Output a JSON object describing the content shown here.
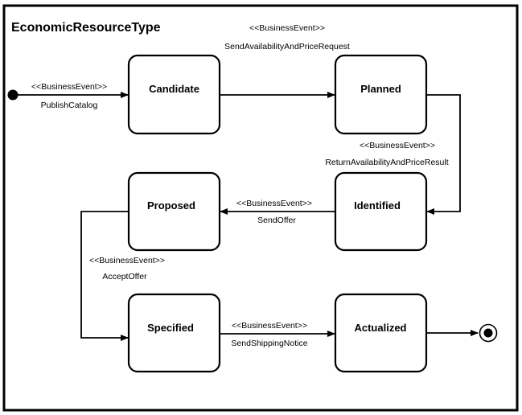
{
  "diagram": {
    "title": "EconomicResourceType",
    "states": {
      "candidate": "Candidate",
      "planned": "Planned",
      "identified": "Identified",
      "proposed": "Proposed",
      "specified": "Specified",
      "actualized": "Actualized"
    },
    "transitions": {
      "publish_catalog": {
        "stereotype": "<<BusinessEvent>>",
        "event": "PublishCatalog"
      },
      "send_request": {
        "stereotype": "<<BusinessEvent>>",
        "event": "SendAvailabilityAndPriceRequest"
      },
      "return_result": {
        "stereotype": "<<BusinessEvent>>",
        "event": "ReturnAvailabilityAndPriceResult"
      },
      "send_offer": {
        "stereotype": "<<BusinessEvent>>",
        "event": "SendOffer"
      },
      "accept_offer": {
        "stereotype": "<<BusinessEvent>>",
        "event": "AcceptOffer"
      },
      "send_shipping_notice": {
        "stereotype": "<<BusinessEvent>>",
        "event": "SendShippingNotice"
      }
    }
  }
}
